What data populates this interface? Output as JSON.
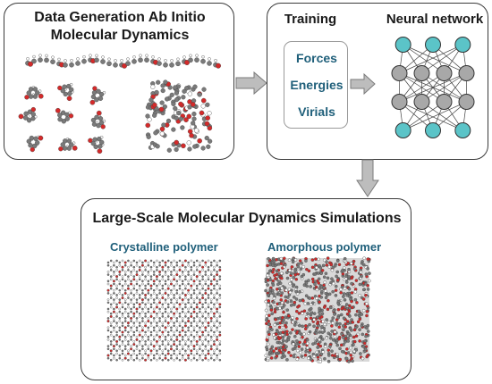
{
  "panels": {
    "data_generation": {
      "title_line1": "Data Generation Ab Initio",
      "title_line2": "Molecular Dynamics"
    },
    "training": {
      "title": "Training",
      "items": [
        "Forces",
        "Energies",
        "Virials"
      ]
    },
    "neural_network": {
      "title": "Neural network"
    },
    "simulation": {
      "title": "Large-Scale Molecular Dynamics Simulations",
      "crystalline_label": "Crystalline polymer",
      "amorphous_label": "Amorphous polymer"
    }
  },
  "colors": {
    "label_teal": "#1f5f7a",
    "node_input": "#5bc4c8",
    "node_hidden": "#a8a8a8",
    "arrow_fill": "#bdbdbd",
    "carbon": "#7a7a7a",
    "oxygen": "#d42a2a",
    "hydrogen": "#ffffff"
  },
  "neural_network": {
    "layers": [
      3,
      4,
      4,
      3
    ]
  }
}
